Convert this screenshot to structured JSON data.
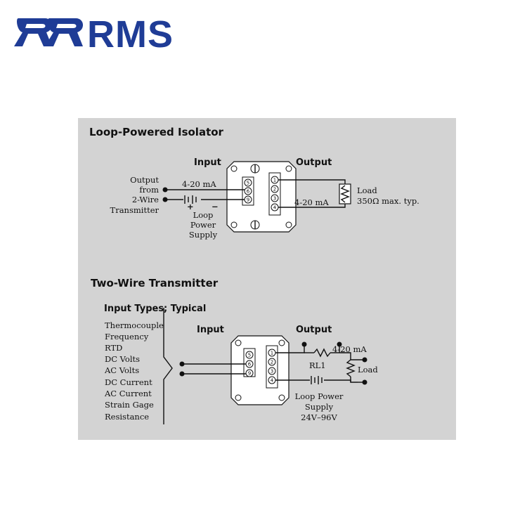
{
  "brand": {
    "logo_text": "RMS",
    "color": "#1f3c96"
  },
  "panel_bg": "#d3d3d3",
  "diagram1": {
    "title": "Loop-Powered Isolator",
    "input_header": "Input",
    "output_header": "Output",
    "source_label": [
      "Output",
      "from",
      "2-Wire",
      "Transmitter"
    ],
    "input_current": "4-20 mA",
    "output_current": "4-20 mA",
    "plus_sign": "+",
    "minus_sign": "−",
    "supply_label": [
      "Loop",
      "Power",
      "Supply"
    ],
    "load_label": [
      "Load",
      "350Ω max. typ."
    ],
    "input_terminals": [
      "5",
      "6",
      "9"
    ],
    "output_terminals": [
      "1",
      "2",
      "3",
      "4"
    ]
  },
  "diagram2": {
    "title": "Two-Wire Transmitter",
    "input_types_header": "Input Types; Typical",
    "input_types": [
      "Thermocouple",
      "Frequency",
      "RTD",
      "DC Volts",
      "AC Volts",
      "DC Current",
      "AC Current",
      "Strain Gage",
      "Resistance"
    ],
    "input_header": "Input",
    "output_header": "Output",
    "output_current": "4-20 mA",
    "resistor_label": "RL1",
    "load_label": "Load",
    "supply_label": [
      "Loop Power",
      "Supply",
      "24V–96V"
    ],
    "input_terminals": [
      "5",
      "6",
      "9"
    ],
    "output_terminals": [
      "1",
      "2",
      "3",
      "4"
    ]
  }
}
